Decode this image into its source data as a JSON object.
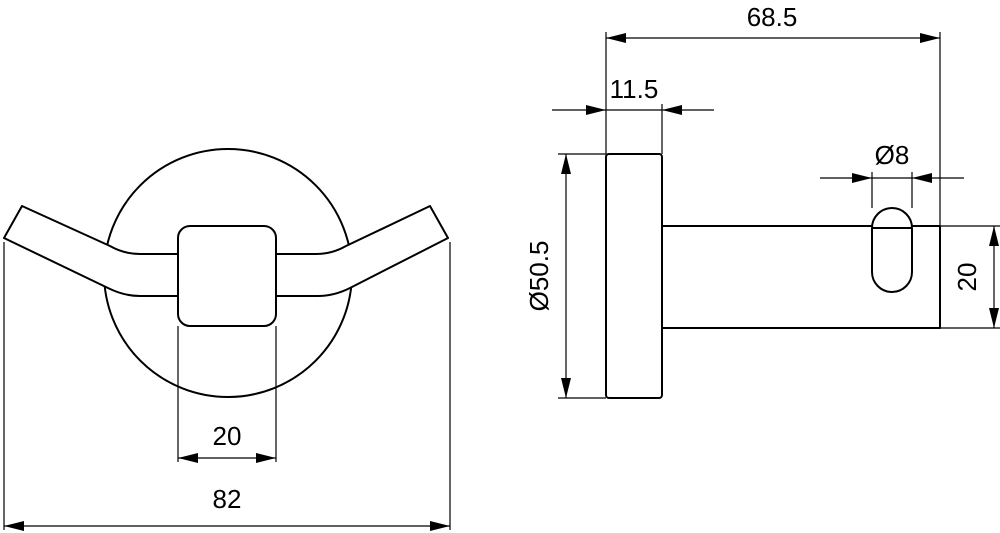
{
  "dimensions": {
    "overall_width": "82",
    "plate_width": "20",
    "projection": "68.5",
    "base_depth": "11.5",
    "knob_diameter": "Ø8",
    "base_diameter": "Ø50.5",
    "arm_height": "20"
  }
}
